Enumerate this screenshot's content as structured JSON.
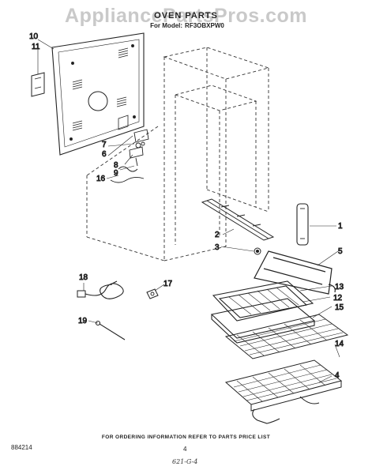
{
  "watermark": "AppliancePartsPros.com",
  "header": {
    "title": "OVEN PARTS",
    "model_label": "For Model:",
    "model_number": "RF3OBXPW0"
  },
  "callouts": [
    "10",
    "11",
    "6",
    "7",
    "8",
    "9",
    "16",
    "2",
    "3",
    "1",
    "5",
    "18",
    "17",
    "13",
    "12",
    "15",
    "19",
    "14",
    "4"
  ],
  "footer": {
    "ordering_note": "FOR ORDERING INFORMATION REFER TO PARTS PRICE LIST",
    "part_number": "884214",
    "page_number": "4",
    "handwritten": "621-G-4"
  }
}
